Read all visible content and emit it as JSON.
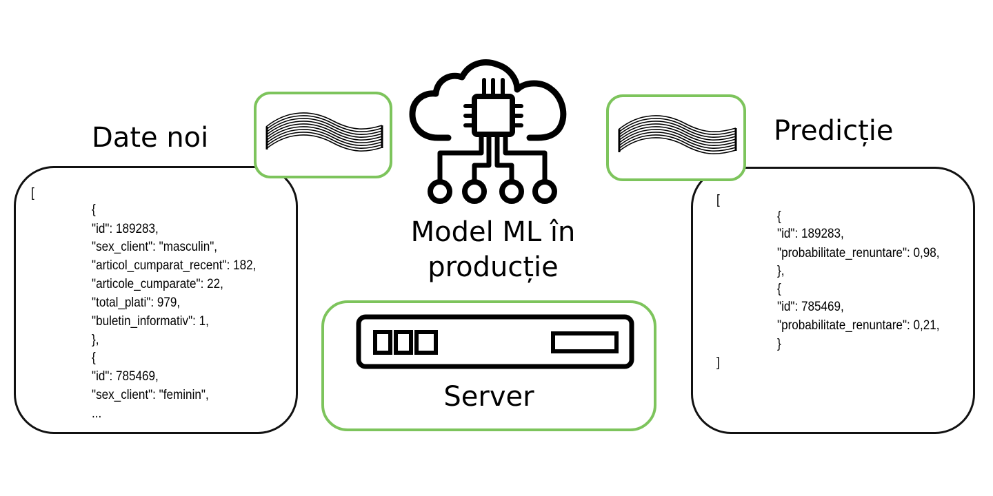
{
  "left": {
    "title": "Date noi",
    "lines": [
      "[",
      "{",
      "\"id\": 189283,",
      "\"sex_client\": \"masculin\",",
      "\"articol_cumparat_recent\": 182,",
      "\"articole_cumparate\": 22,",
      "\"total_plati\": 979,",
      "\"buletin_informativ\": 1,",
      "},",
      "{",
      "\"id\": 785469,",
      "\"sex_client\": \"feminin\",",
      "..."
    ]
  },
  "center": {
    "model_label_line1": "Model ML în",
    "model_label_line2": "producție",
    "server_label": "Server",
    "cloud_icon": "cloud-chip-icon",
    "server_icon": "server-rack-icon"
  },
  "right": {
    "title": "Predicție",
    "lines": [
      "[",
      "{",
      "\"id\": 189283,",
      "\"probabilitate_renuntare\": 0,98,",
      "},",
      "{",
      "\"id\": 785469,",
      "\"probabilitate_renuntare\": 0,21,",
      "}",
      "]"
    ]
  },
  "colors": {
    "accent_green": "#7dc45c",
    "outline": "#111111"
  }
}
